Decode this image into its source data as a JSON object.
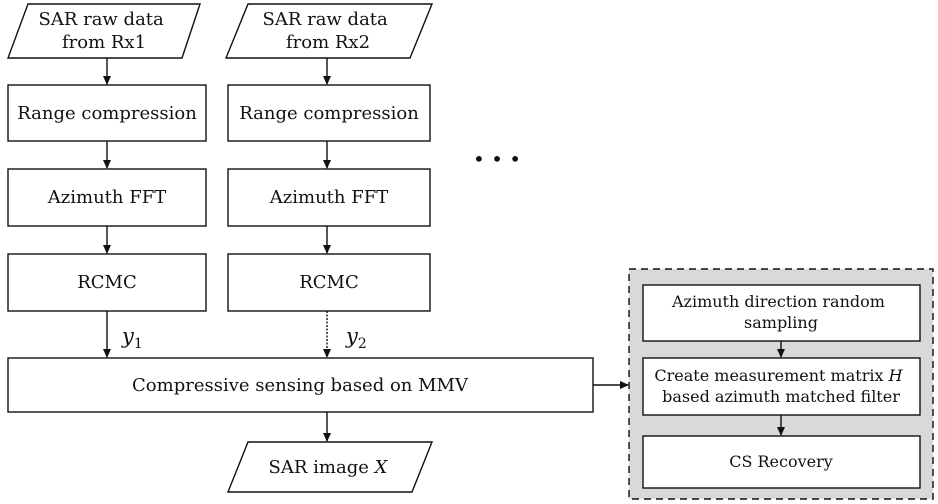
{
  "column1": {
    "input": [
      "SAR raw data",
      "from Rx1"
    ],
    "range": "Range compression",
    "fft": "Azimuth FFT",
    "rcmc": "RCMC",
    "y_symbol": "y",
    "y_index": "1"
  },
  "column2": {
    "input": [
      "SAR raw data",
      "from Rx2"
    ],
    "range": "Range compression",
    "fft": "Azimuth FFT",
    "rcmc": "RCMC",
    "y_symbol": "y",
    "y_index": "2"
  },
  "ellipsis": "• • •",
  "mmv": "Compressive sensing based on MMV",
  "output": {
    "text": "SAR image ",
    "symbol": "X"
  },
  "detail": {
    "sampling": [
      "Azimuth direction random",
      "sampling"
    ],
    "matrix_line1": "Create measurement matrix ",
    "matrix_symbol": "H",
    "matrix_line2": "based azimuth matched filter",
    "recovery": "CS Recovery"
  }
}
